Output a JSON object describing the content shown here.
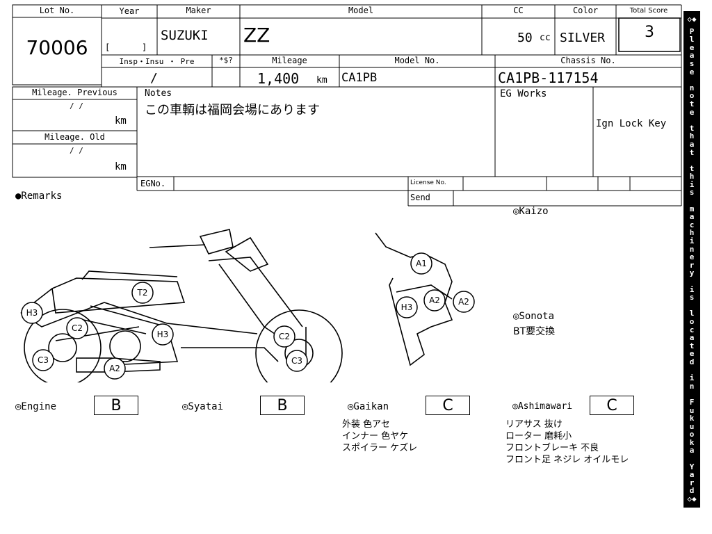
{
  "header": {
    "lot_label": "Lot No.",
    "lot_value": "70006",
    "year_label": "Year",
    "year_bracket_open": "[",
    "year_bracket_close": "]",
    "maker_label": "Maker",
    "maker_value": "SUZUKI",
    "model_label": "Model",
    "model_value": "ZZ",
    "cc_label": "CC",
    "cc_value": "50",
    "cc_unit": "cc",
    "color_label": "Color",
    "color_value": "SILVER",
    "score_label": "Total Score",
    "score_value": "3"
  },
  "row2": {
    "insp_label": "Insp・Insu ・ Pre",
    "insp_value": "/",
    "s_label": "*$?",
    "mileage_label": "Mileage",
    "mileage_value": "1,400",
    "mileage_unit": "km",
    "model_no_label": "Model No.",
    "model_no_value": "CA1PB",
    "chassis_label": "Chassis No.",
    "chassis_value": "CA1PB-117154"
  },
  "left_panel": {
    "mileage_prev_label": "Mileage. Previous",
    "mileage_prev_date": "/  /",
    "mileage_prev_unit": "km",
    "mileage_old_label": "Mileage. Old",
    "mileage_old_date": "/  /",
    "mileage_old_unit": "km"
  },
  "notes": {
    "label": "Notes",
    "text": "この車輌は福岡会場にあります"
  },
  "eg_works": {
    "label": "EG Works",
    "ign_lock_key": "Ign Lock Key"
  },
  "bottom_row": {
    "egno_label": "EGNo.",
    "license_label": "License No.",
    "send_label": "Send"
  },
  "remarks": {
    "label": "●Remarks",
    "kaizo": "◎Kaizo",
    "sonota": "◎Sonota",
    "sonota_note": "BT要交換"
  },
  "diagram_marks": {
    "left": [
      "T2",
      "H3",
      "C2",
      "H3",
      "C3",
      "A2",
      "C2",
      "C3"
    ],
    "right": [
      "A1",
      "H3",
      "A2",
      "A2"
    ]
  },
  "grades": {
    "engine_label": "◎Engine",
    "engine_value": "B",
    "syatai_label": "◎Syatai",
    "syatai_value": "B",
    "gaikan_label": "◎Gaikan",
    "gaikan_value": "C",
    "ashimawari_label": "◎Ashimawari",
    "ashimawari_value": "C"
  },
  "gaikan_notes": [
    "外装 色アセ",
    "インナー 色ヤケ",
    "スポイラー ケズレ"
  ],
  "ashimawari_notes": [
    "リアサス 抜け",
    "ローター 磨耗小",
    "フロントブレーキ 不良",
    "フロント足 ネジレ オイルモレ"
  ],
  "sidebar": {
    "top_symbol": "◇◆",
    "text": "Please note that this machinery is located in Fukuoka Yard",
    "bottom_symbol": "◇◆"
  }
}
